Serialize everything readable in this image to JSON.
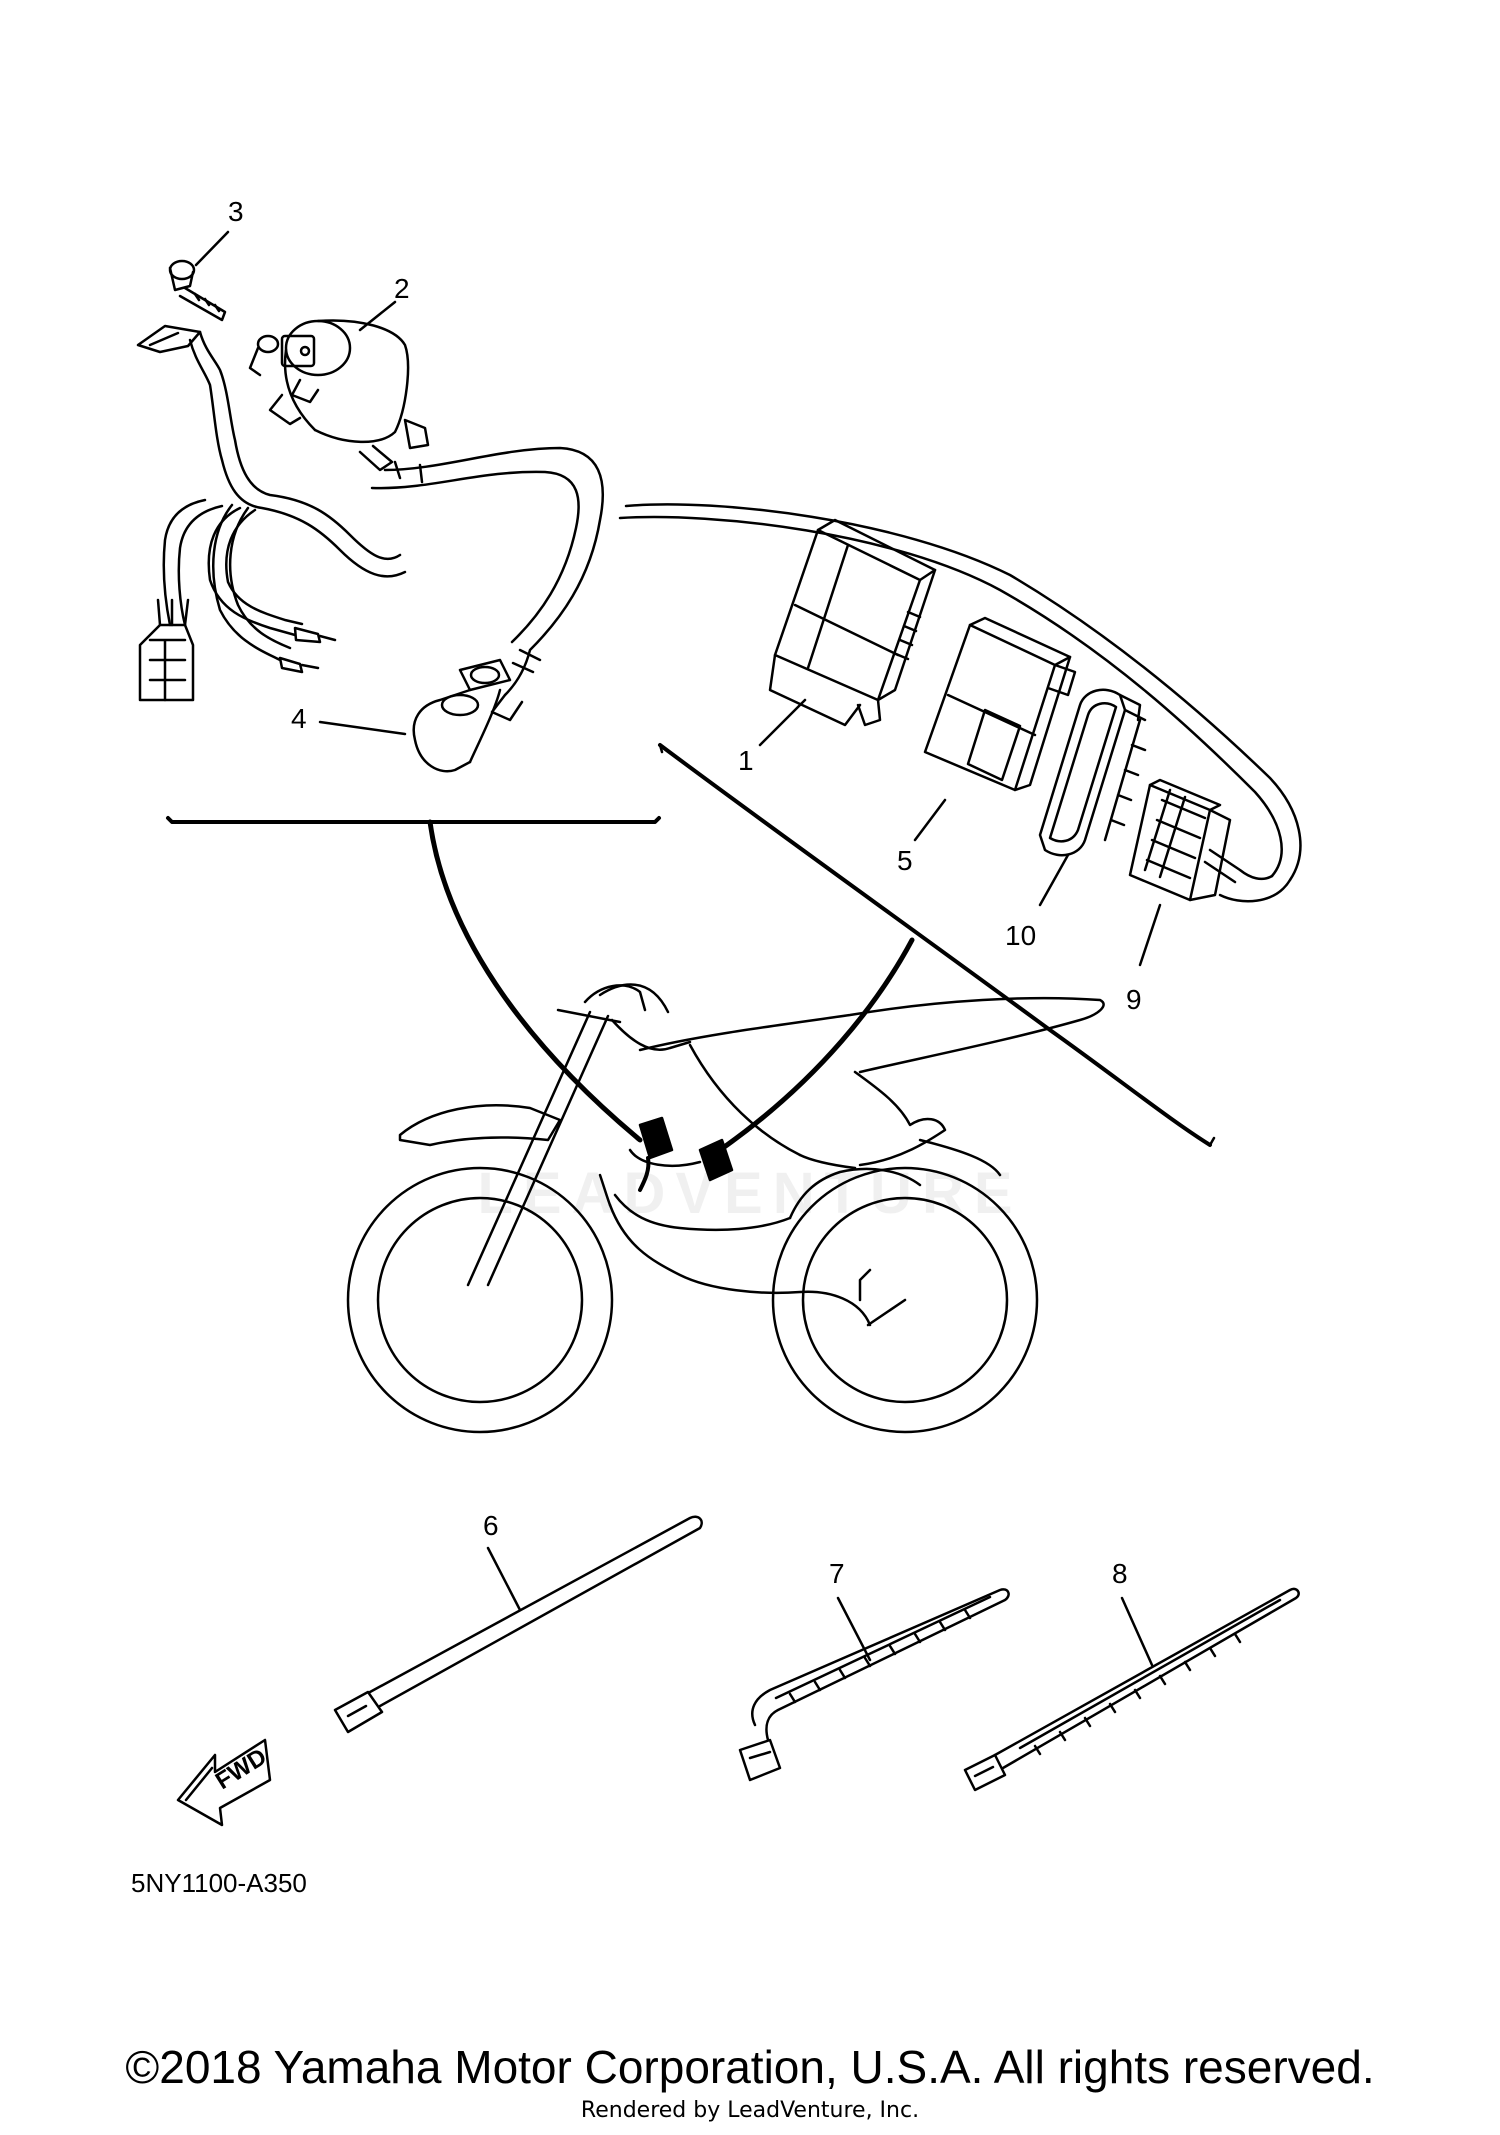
{
  "callouts": [
    {
      "id": "1",
      "label": "1"
    },
    {
      "id": "2",
      "label": "2"
    },
    {
      "id": "3",
      "label": "3"
    },
    {
      "id": "4",
      "label": "4"
    },
    {
      "id": "5",
      "label": "5"
    },
    {
      "id": "6",
      "label": "6"
    },
    {
      "id": "7",
      "label": "7"
    },
    {
      "id": "8",
      "label": "8"
    },
    {
      "id": "9",
      "label": "9"
    },
    {
      "id": "10",
      "label": "10"
    }
  ],
  "fwd_label": "FWD",
  "drawing_code": "5NY1100-A350",
  "copyright": "©2018 Yamaha Motor Corporation, U.S.A. All rights reserved.",
  "rendered_by": "Rendered by LeadVenture, Inc.",
  "watermark": "LEADVENTURE",
  "colors": {
    "line": "#000000",
    "background": "#ffffff"
  }
}
